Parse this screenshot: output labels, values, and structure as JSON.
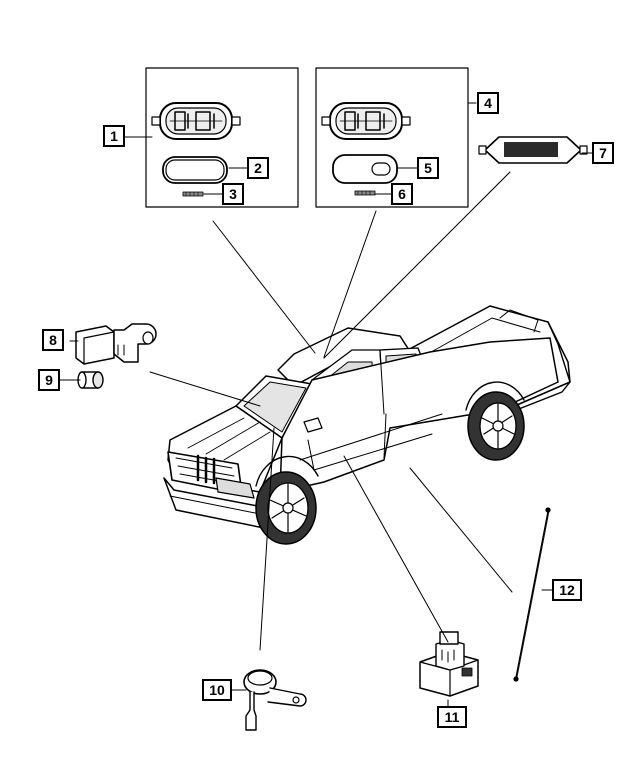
{
  "diagram": {
    "colors": {
      "line": "#000000",
      "fill": "#ffffff",
      "shade": "#d9d9d9",
      "dark": "#333333"
    },
    "callouts": [
      {
        "id": "1",
        "label": "1"
      },
      {
        "id": "2",
        "label": "2"
      },
      {
        "id": "3",
        "label": "3"
      },
      {
        "id": "4",
        "label": "4"
      },
      {
        "id": "5",
        "label": "5"
      },
      {
        "id": "6",
        "label": "6"
      },
      {
        "id": "7",
        "label": "7"
      },
      {
        "id": "8",
        "label": "8"
      },
      {
        "id": "9",
        "label": "9"
      },
      {
        "id": "10",
        "label": "10"
      },
      {
        "id": "11",
        "label": "11"
      },
      {
        "id": "12",
        "label": "12"
      }
    ],
    "parts": [
      {
        "id": "dome-lamp-housing-left",
        "icon": "lamp-housing-icon"
      },
      {
        "id": "dome-lamp-lens-left",
        "icon": "lens-icon"
      },
      {
        "id": "dome-bulb-left",
        "icon": "bulb-icon"
      },
      {
        "id": "dome-lamp-housing-right",
        "icon": "lamp-housing-icon"
      },
      {
        "id": "dome-lamp-lens-right",
        "icon": "lens-icon"
      },
      {
        "id": "dome-bulb-right",
        "icon": "bulb-icon"
      },
      {
        "id": "cargo-lamp",
        "icon": "cargo-lamp-icon"
      },
      {
        "id": "sensor-module",
        "icon": "sensor-icon"
      },
      {
        "id": "grommet-cap",
        "icon": "cap-icon"
      },
      {
        "id": "ambient-sensor",
        "icon": "sensor-icon"
      },
      {
        "id": "connector-module",
        "icon": "connector-icon"
      },
      {
        "id": "antenna-wire",
        "icon": "antenna-icon"
      },
      {
        "id": "pickup-truck",
        "icon": "truck-icon"
      }
    ]
  }
}
